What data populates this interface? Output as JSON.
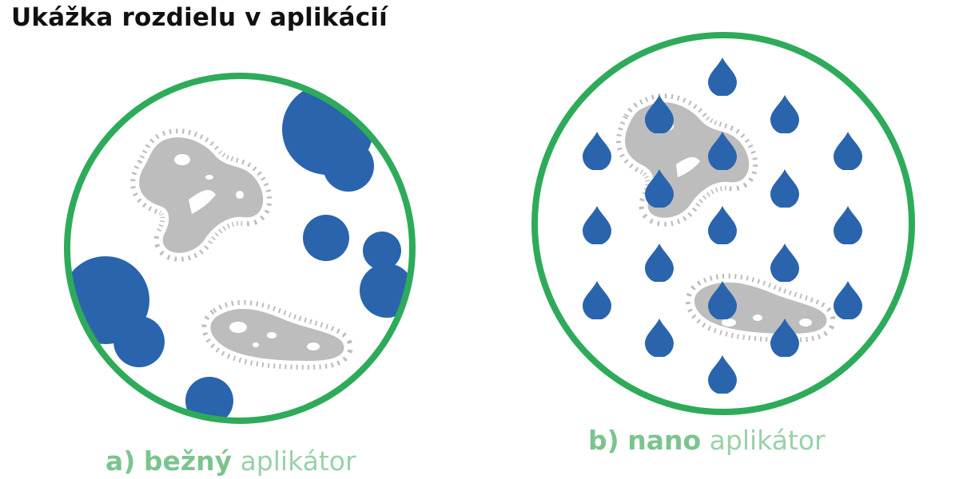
{
  "title": "Ukážka rozdielu v aplikácií",
  "colors": {
    "circle_stroke": "#2eab5a",
    "blue": "#2a64ad",
    "microbe": "#bdbdbd",
    "caption_strong": "#7cc48f",
    "caption_light": "#98d2a8"
  },
  "panels": [
    {
      "caption_prefix": "a)",
      "caption_strong": "bežný",
      "caption_light": "aplikátor"
    },
    {
      "caption_prefix": "b)",
      "caption_strong": "nano",
      "caption_light": "aplikátor"
    }
  ]
}
